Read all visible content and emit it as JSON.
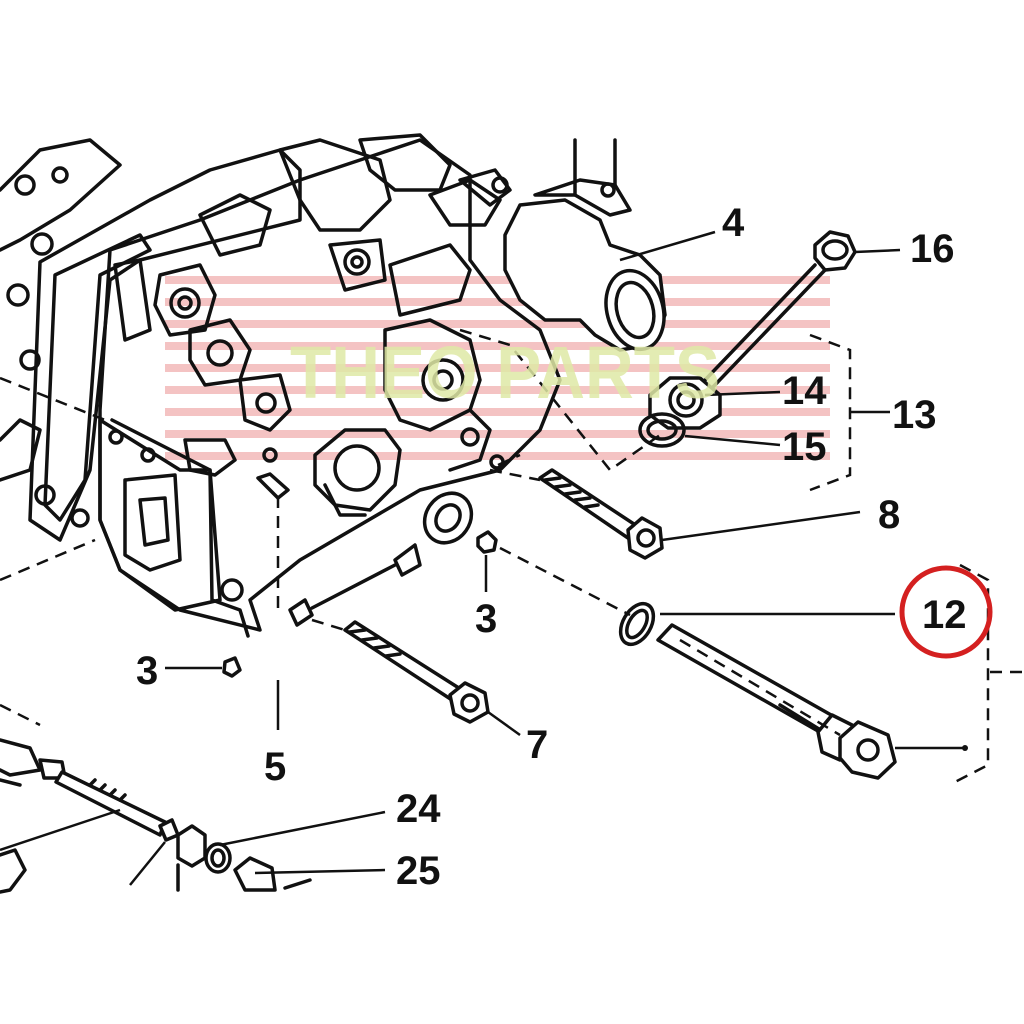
{
  "colors": {
    "line": "#111111",
    "highlight": "#d42020",
    "watermark_stripes": "#f2b5b5",
    "watermark_text": "#dfe9a6"
  },
  "watermark": {
    "text": "THEO PARTS"
  },
  "highlighted_callout": "12",
  "callouts": {
    "c4": "4",
    "c16": "16",
    "c14": "14",
    "c13": "13",
    "c15": "15",
    "c8": "8",
    "c12": "12",
    "c3a": "3",
    "c3b": "3",
    "c7": "7",
    "c5": "5",
    "c24": "24",
    "c25": "25"
  }
}
